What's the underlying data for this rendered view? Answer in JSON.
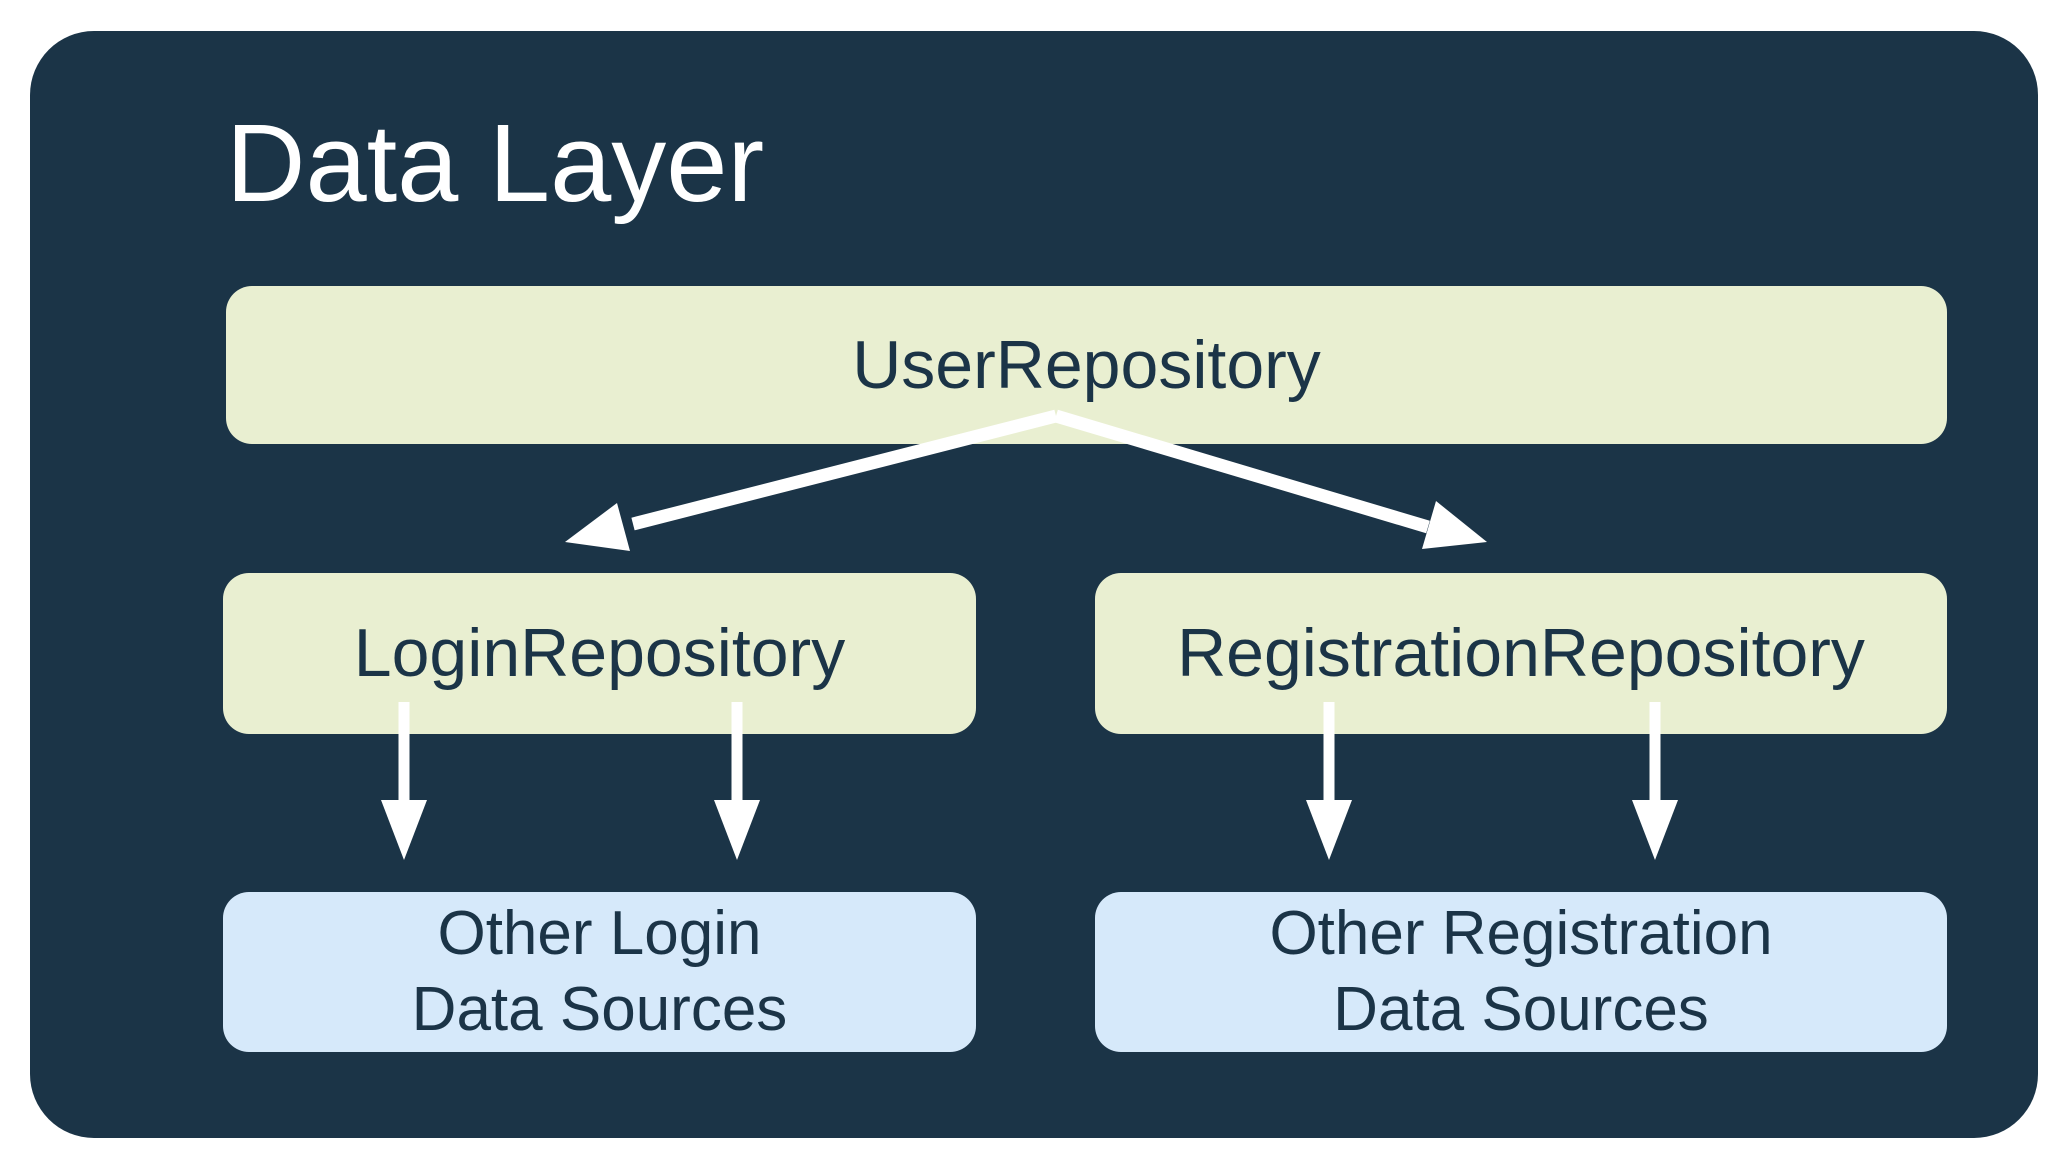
{
  "colors": {
    "page_background": "#FFFFFF",
    "panel_background": "#1B3447",
    "repository_node_fill": "#E9EFD1",
    "data_source_node_fill": "#D6E9FA",
    "node_text": "#1B3447",
    "title_text": "#FFFFFF",
    "arrow": "#FFFFFF"
  },
  "diagram": {
    "title": "Data Layer",
    "nodes": {
      "user_repository": {
        "label": "UserRepository",
        "type": "repository"
      },
      "login_repository": {
        "label": "LoginRepository",
        "type": "repository"
      },
      "registration_repository": {
        "label": "RegistrationRepository",
        "type": "repository"
      },
      "other_login_sources": {
        "label_line1": "Other Login",
        "label_line2": "Data Sources",
        "type": "data-source"
      },
      "other_registration_sources": {
        "label_line1": "Other Registration",
        "label_line2": "Data Sources",
        "type": "data-source"
      }
    },
    "edges": [
      {
        "from": "user_repository",
        "to": "login_repository"
      },
      {
        "from": "user_repository",
        "to": "registration_repository"
      },
      {
        "from": "login_repository",
        "to": "other_login_sources"
      },
      {
        "from": "login_repository",
        "to": "other_login_sources"
      },
      {
        "from": "registration_repository",
        "to": "other_registration_sources"
      },
      {
        "from": "registration_repository",
        "to": "other_registration_sources"
      }
    ]
  }
}
